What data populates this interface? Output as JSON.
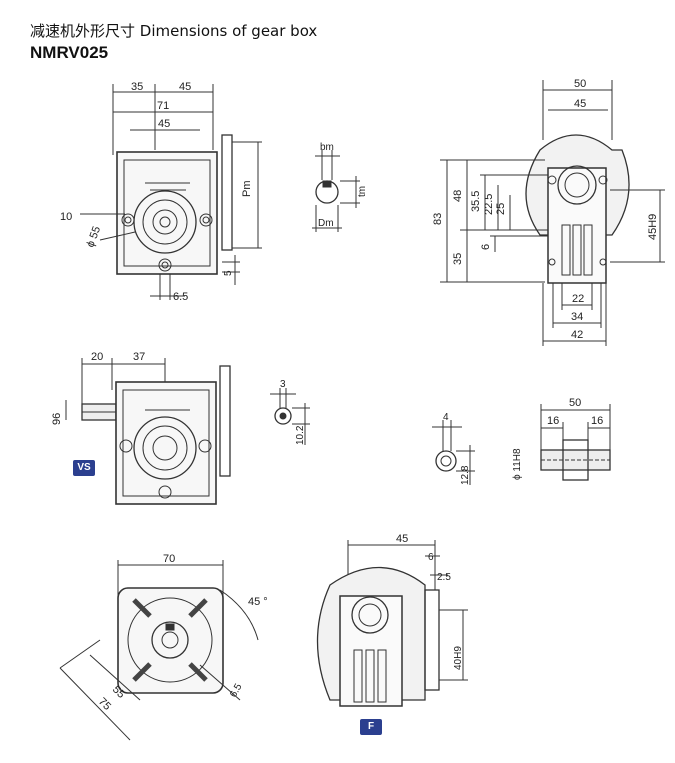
{
  "header": {
    "title": "减速机外形尺寸  Dimensions of gear box",
    "model": "NMRV025"
  },
  "front_view": {
    "top_35": "35",
    "top_45": "45",
    "width_71": "71",
    "inner_45": "45",
    "pm": "Pm",
    "left_10": "10",
    "dia_55": "ϕ 55",
    "bot_65": "6.5",
    "right_5": "5"
  },
  "key_section": {
    "bm": "bm",
    "tm": "tm",
    "dm": "Dm"
  },
  "side_view": {
    "w50": "50",
    "w45": "45",
    "h83": "83",
    "h48": "48",
    "h35_5": "35.5",
    "h22_5": "22.5",
    "h25": "25",
    "h35": "35",
    "h6": "6",
    "h45h9": "45H9",
    "w22": "22",
    "w34": "34",
    "w42": "42"
  },
  "vs_view": {
    "w20": "20",
    "w37": "37",
    "h96": "96",
    "badge": "VS"
  },
  "vs_shaft": {
    "d3": "3",
    "d10_2": "10.2"
  },
  "hollow_shaft": {
    "d4": "4",
    "d12_8": "12.8",
    "d11h8": "ϕ 11H8",
    "w50": "50",
    "w16a": "16",
    "w16b": "16"
  },
  "flange_view": {
    "w70": "70",
    "a45": "45 °",
    "d55": "55",
    "d75": "75",
    "d6_5": "6.5"
  },
  "f_view": {
    "w45": "45",
    "w6": "6",
    "w2_5": "2.5",
    "h40h9": "40H9",
    "badge": "F"
  }
}
